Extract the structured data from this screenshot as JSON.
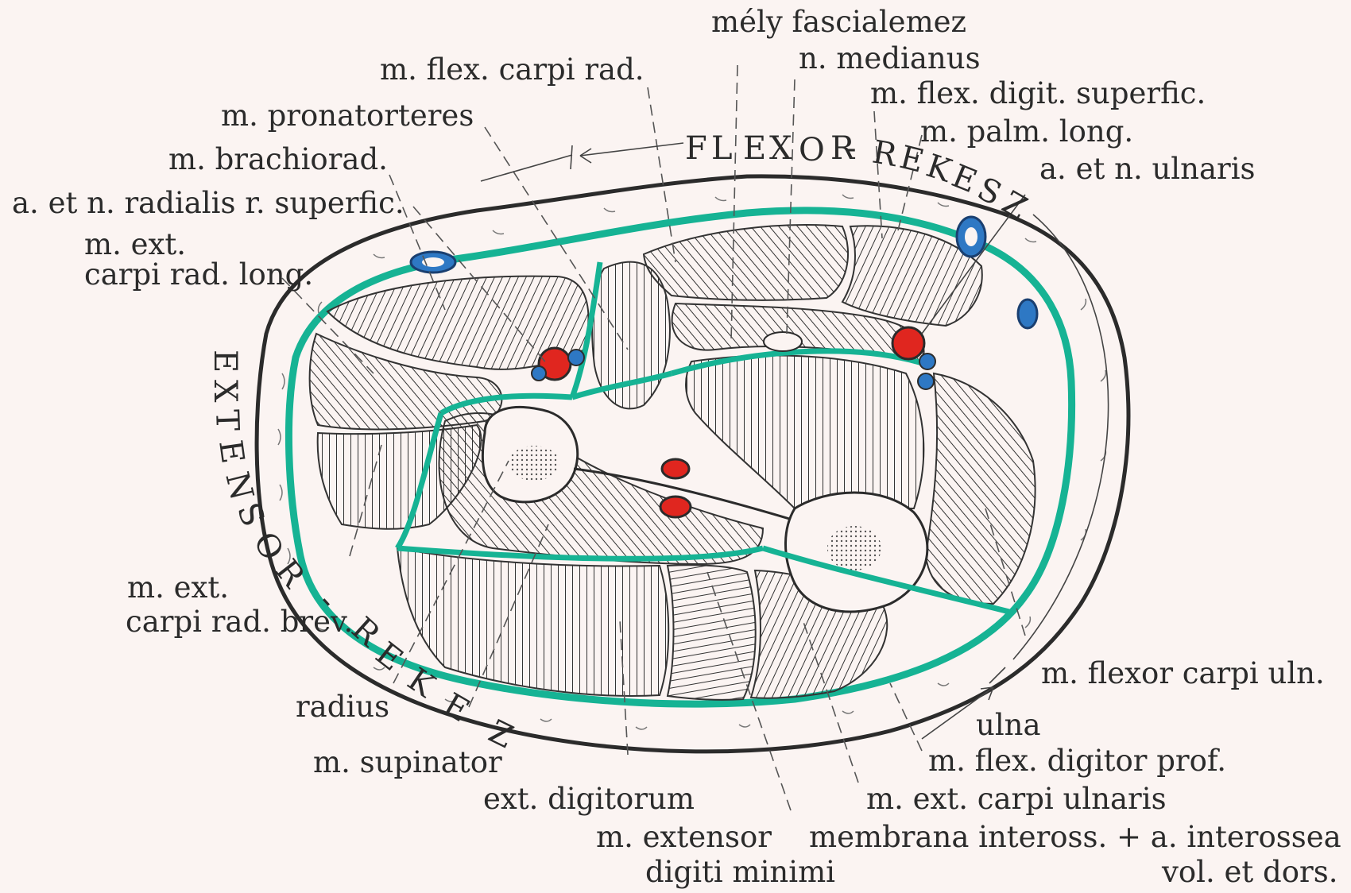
{
  "colors": {
    "background": "#fbf4f2",
    "fascia": "#16b394",
    "artery": "#e0261f",
    "vein": "#2e78c4",
    "outline": "#2b2b2b"
  },
  "compartments": {
    "flexor": [
      "F",
      "L",
      "E",
      "X",
      "O",
      "R",
      "-",
      "R",
      "E",
      "K",
      "E",
      "S",
      "Z"
    ],
    "extensor": [
      "E",
      "X",
      "T",
      "E",
      "N",
      "S",
      "O",
      "R",
      "-",
      "R",
      "E",
      "K",
      "E",
      "Z"
    ]
  },
  "labels": {
    "mely_fascialemez": "mély fascialemez",
    "n_medianus": "n. medianus",
    "m_flex_carpi_rad": "m. flex. carpi rad.",
    "m_flex_digit_superfic": "m. flex. digit. superfic.",
    "m_pronatorteres": "m. pronatorteres",
    "m_palm_long": "m. palm. long.",
    "m_brachiorad": "m. brachiorad.",
    "a_et_n_ulnaris": "a. et n. ulnaris",
    "a_et_n_radialis": "a. et n. radialis r. superfic.",
    "m_ext_carpi_rad_long_1": "m. ext.",
    "m_ext_carpi_rad_long_2": "carpi rad. long.",
    "m_ext_carpi_rad_brev_1": "m. ext.",
    "m_ext_carpi_rad_brev_2": "carpi rad. brev.",
    "radius": "radius",
    "m_supinator": "m. supinator",
    "ext_digitorum": "ext. digitorum",
    "m_extensor_digiti_minimi_1": "m. extensor",
    "m_extensor_digiti_minimi_2": "digiti minimi",
    "membrana_inteross": "membrana inteross. + a. interossea",
    "vol_et_dors": "vol. et dors.",
    "m_ext_carpi_ulnaris": "m. ext. carpi ulnaris",
    "m_flex_digitor_prof": "m. flex. digitor prof.",
    "ulna": "ulna",
    "m_flexor_carpi_uln": "m. flexor carpi uln."
  }
}
